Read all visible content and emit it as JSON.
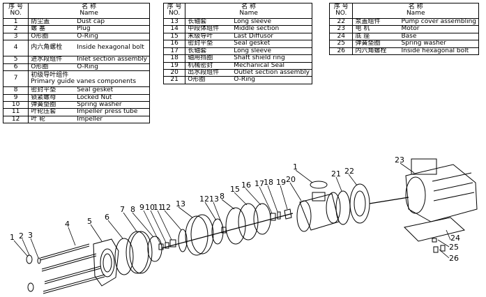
{
  "header": {
    "no_cn": "序 号",
    "no_en": "NO.",
    "name_cn": "名 称",
    "name_en": "Name"
  },
  "parts_left": [
    {
      "no": "1",
      "cn": "防尘盖",
      "en": "Dust cap"
    },
    {
      "no": "2",
      "cn": "螺 塞",
      "en": "Plug"
    },
    {
      "no": "3",
      "cn": "O形圈",
      "en": "O-Ring"
    },
    {
      "no": "4",
      "cn": "内六角螺栓",
      "en": "Inside hexagonal bolt"
    },
    {
      "no": "5",
      "cn": "进水段组件",
      "en": "Inlet section assembly"
    },
    {
      "no": "6",
      "cn": "O形圈",
      "en": "O-Ring"
    },
    {
      "no": "7",
      "cn": "初级导叶组件",
      "en": "Primary guide vanes components"
    },
    {
      "no": "8",
      "cn": "密封平垫",
      "en": "Seal gesket"
    },
    {
      "no": "9",
      "cn": "锁紧螺母",
      "en": "Locked Nut"
    },
    {
      "no": "10",
      "cn": "弹簧垫圈",
      "en": "Spring washer"
    },
    {
      "no": "11",
      "cn": "叶轮压套",
      "en": "Impeller press tube"
    },
    {
      "no": "12",
      "cn": "叶 轮",
      "en": "Impeller"
    }
  ],
  "parts_mid": [
    {
      "no": "13",
      "cn": "长轴套",
      "en": "Long sleeve"
    },
    {
      "no": "14",
      "cn": "中段体组件",
      "en": "Middle section"
    },
    {
      "no": "15",
      "cn": "末级导叶",
      "en": "Last Diffusor"
    },
    {
      "no": "16",
      "cn": "密封平垫",
      "en": "Seal gesket"
    },
    {
      "no": "17",
      "cn": "长轴套",
      "en": "Long sleeve"
    },
    {
      "no": "18",
      "cn": "轴用挡圈",
      "en": "Shaft shield ring"
    },
    {
      "no": "19",
      "cn": "机械密封",
      "en": "Mechanical Seal"
    },
    {
      "no": "20",
      "cn": "出水段组件",
      "en": "Outlet section assembly"
    },
    {
      "no": "21",
      "cn": "O形圈",
      "en": "O-Ring"
    }
  ],
  "parts_right": [
    {
      "no": "22",
      "cn": "泵盖组件",
      "en": "Pump cover assembling"
    },
    {
      "no": "23",
      "cn": "电 机",
      "en": "Motor"
    },
    {
      "no": "24",
      "cn": "底 座",
      "en": "Base"
    },
    {
      "no": "25",
      "cn": "弹簧垫圈",
      "en": "Spring washer"
    },
    {
      "no": "26",
      "cn": "内六角螺栓",
      "en": "Inside hexagonal bolt"
    }
  ],
  "callouts": [
    "1",
    "2",
    "3",
    "4",
    "5",
    "6",
    "7",
    "8",
    "9",
    "10",
    "11",
    "12",
    "13",
    "12",
    "13",
    "8",
    "15",
    "16",
    "17",
    "18",
    "19",
    "1",
    "20",
    "21",
    "22",
    "23",
    "24",
    "25",
    "26"
  ]
}
